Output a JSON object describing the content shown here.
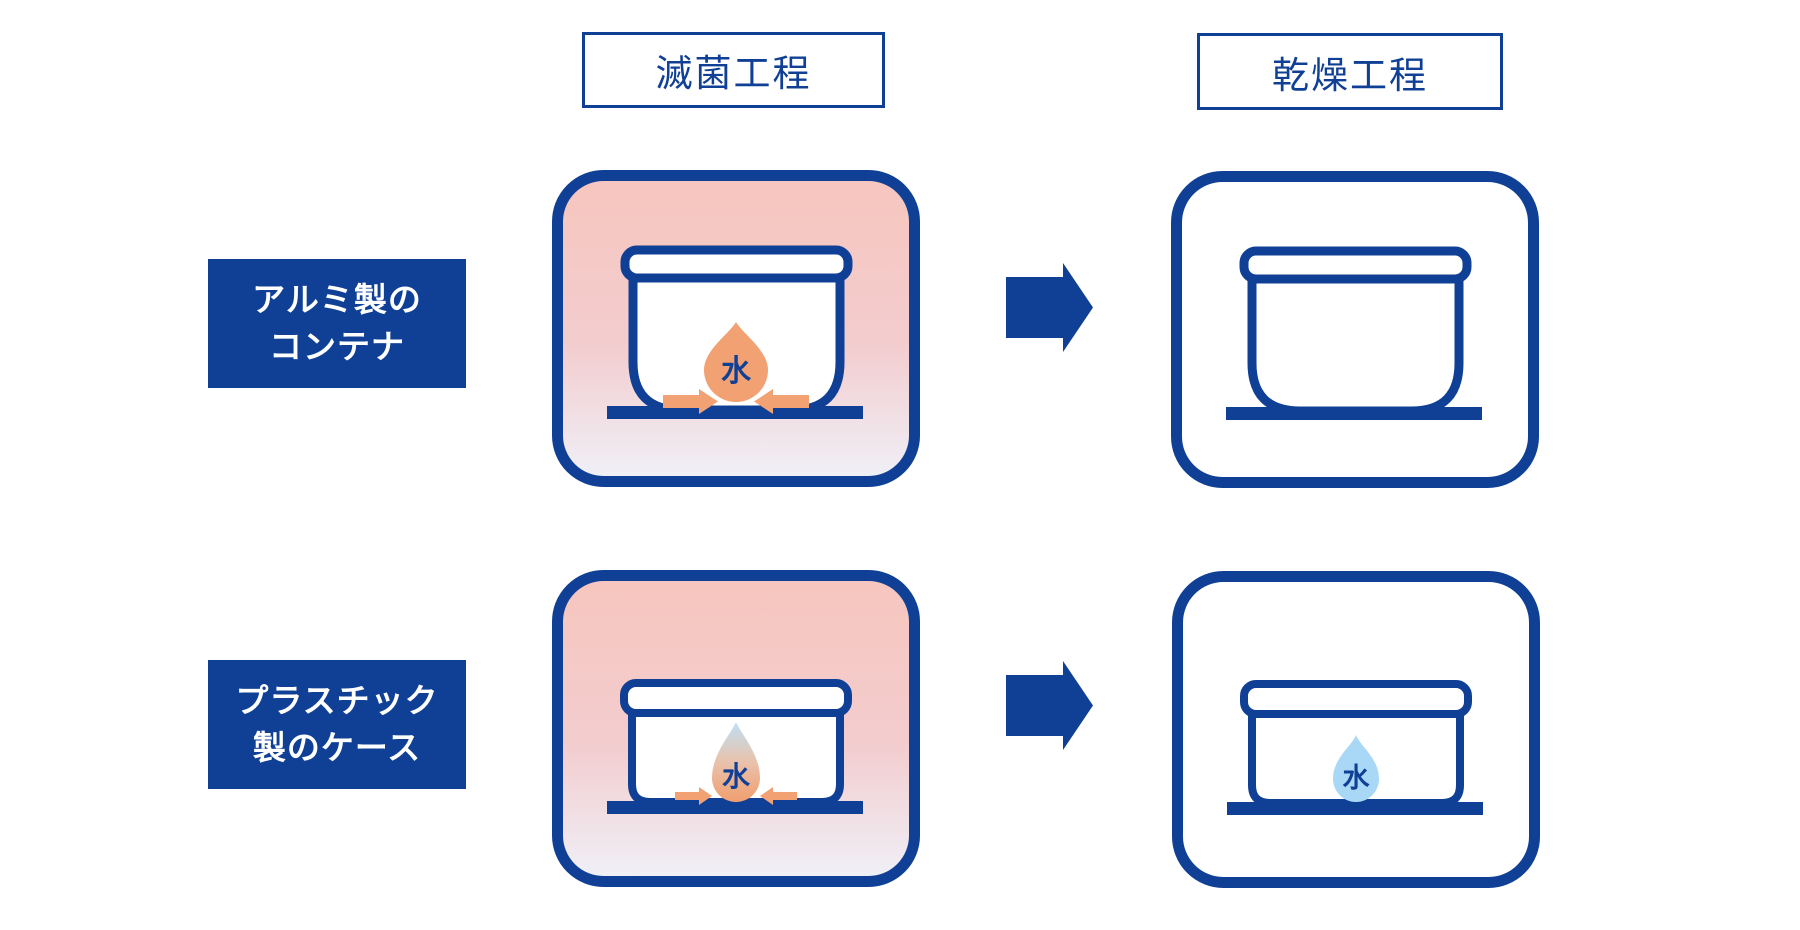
{
  "headers": [
    {
      "label": "滅菌工程"
    },
    {
      "label": "乾燥工程"
    }
  ],
  "row_labels": [
    {
      "line1": "アルミ製の",
      "line2": "コンテナ"
    },
    {
      "line1": "プラスチック",
      "line2": "製のケース"
    }
  ],
  "water_label": "水",
  "colors": {
    "primary_blue": "#104096",
    "drop_orange": "#F2A173",
    "drop_light_blue": "#A9D8F6",
    "panel_pink_top": "#F7C6BE",
    "panel_fade_bottom": "#EFF1F8",
    "panel_white": "#FFFFFF",
    "label_text": "#FFFFFF"
  }
}
